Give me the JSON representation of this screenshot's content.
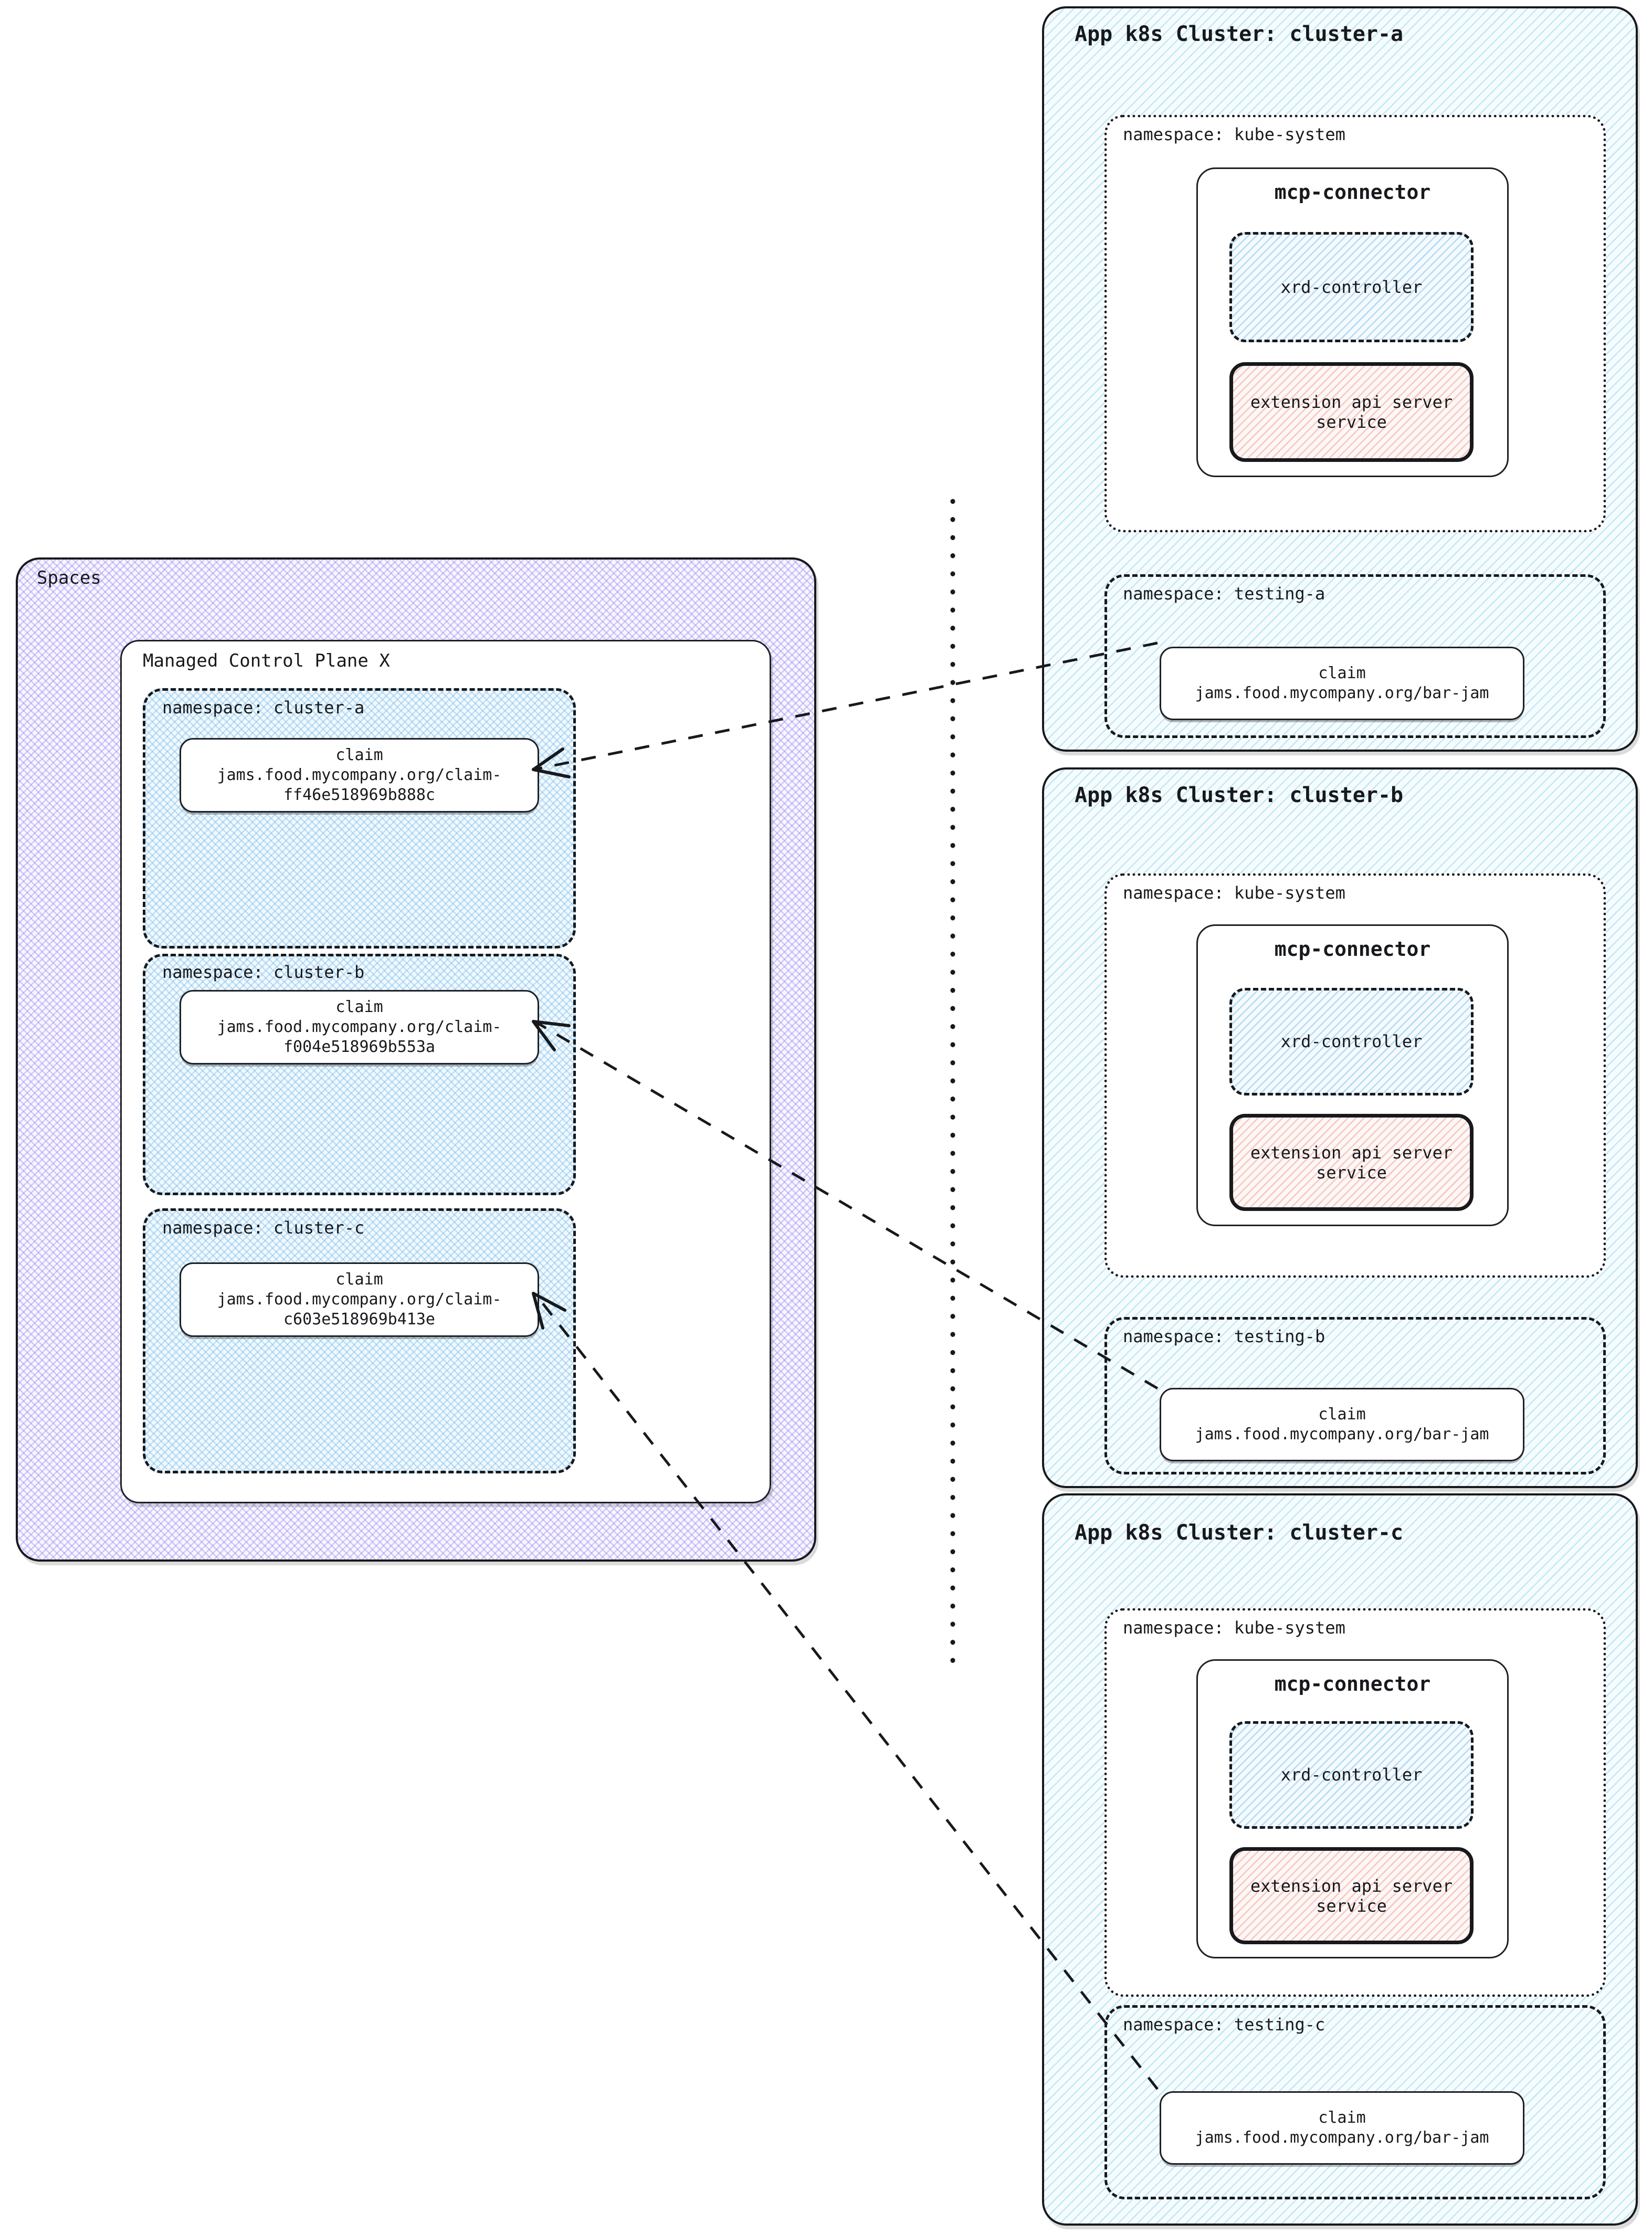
{
  "diagram": {
    "spaces": {
      "label": "Spaces",
      "mcp": {
        "label": "Managed Control Plane X",
        "namespaces": [
          {
            "label": "namespace: cluster-a",
            "claim": {
              "title": "claim",
              "line1": "jams.food.mycompany.org/claim-",
              "line2": "ff46e518969b888c"
            }
          },
          {
            "label": "namespace: cluster-b",
            "claim": {
              "title": "claim",
              "line1": "jams.food.mycompany.org/claim-",
              "line2": "f004e518969b553a"
            }
          },
          {
            "label": "namespace: cluster-c",
            "claim": {
              "title": "claim",
              "line1": "jams.food.mycompany.org/claim-",
              "line2": "c603e518969b413e"
            }
          }
        ]
      }
    },
    "clusters": [
      {
        "title": "App k8s Cluster: cluster-a",
        "kube_namespace": {
          "label": "namespace: kube-system",
          "mcp_connector": {
            "title": "mcp-connector",
            "xrd_controller": {
              "label": "xrd-controller"
            },
            "extension_api": {
              "line1": "extension api server",
              "line2": "service"
            }
          }
        },
        "testing_namespace": {
          "label": "namespace: testing-a",
          "claim": {
            "title": "claim",
            "line1": "jams.food.mycompany.org/bar-jam"
          }
        }
      },
      {
        "title": "App k8s Cluster: cluster-b",
        "kube_namespace": {
          "label": "namespace: kube-system",
          "mcp_connector": {
            "title": "mcp-connector",
            "xrd_controller": {
              "label": "xrd-controller"
            },
            "extension_api": {
              "line1": "extension api server",
              "line2": "service"
            }
          }
        },
        "testing_namespace": {
          "label": "namespace: testing-b",
          "claim": {
            "title": "claim",
            "line1": "jams.food.mycompany.org/bar-jam"
          }
        }
      },
      {
        "title": "App k8s Cluster: cluster-c",
        "kube_namespace": {
          "label": "namespace: kube-system",
          "mcp_connector": {
            "title": "mcp-connector",
            "xrd_controller": {
              "label": "xrd-controller"
            },
            "extension_api": {
              "line1": "extension api server",
              "line2": "service"
            }
          }
        },
        "testing_namespace": {
          "label": "namespace: testing-c",
          "claim": {
            "title": "claim",
            "line1": "jams.food.mycompany.org/bar-jam"
          }
        }
      }
    ],
    "connections": [
      {
        "from": "cluster-a testing-a bar-jam claim",
        "to": "Managed Control Plane X cluster-a claim"
      },
      {
        "from": "cluster-b testing-b bar-jam claim",
        "to": "Managed Control Plane X cluster-b claim"
      },
      {
        "from": "cluster-c testing-c bar-jam claim",
        "to": "Managed Control Plane X cluster-c claim"
      }
    ],
    "colors": {
      "ink": "#17191c",
      "cluster_hatch": "#8fd0e6",
      "namespace_hatch": "#84bdea",
      "spaces_hatch": "#9a8cee",
      "extension_hatch": "#ee8273",
      "box_bg": "#ffffff"
    }
  }
}
